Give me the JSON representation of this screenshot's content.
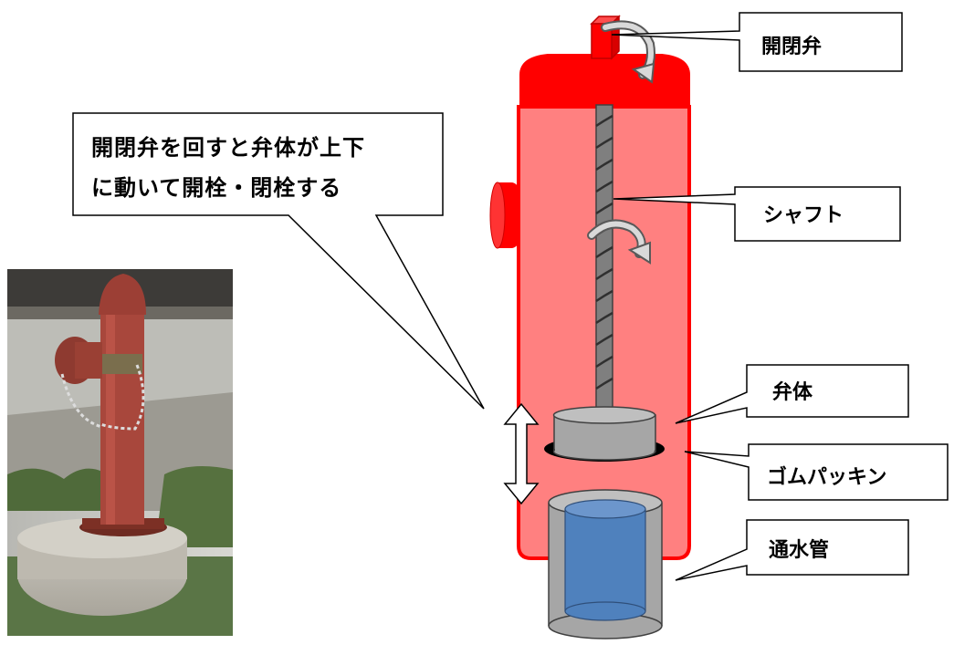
{
  "callouts": {
    "description_line1": "開閉弁を回すと弁体が上下",
    "description_line2": "に動いて開栓・閉栓する",
    "valve": "開閉弁",
    "shaft": "シャフト",
    "valve_body": "弁体",
    "rubber_packing": "ゴムパッキン",
    "water_pipe": "通水管"
  },
  "colors": {
    "hydrant_red": "#ff0000",
    "hydrant_body_fill": "#ff8080",
    "valve_body_gray": "#a6a6a6",
    "pipe_blue": "#4f81bd",
    "packing_black": "#000000"
  },
  "icons": {
    "rotation_arrow": "curved-arrow-icon",
    "updown_arrow": "double-arrow-icon"
  }
}
